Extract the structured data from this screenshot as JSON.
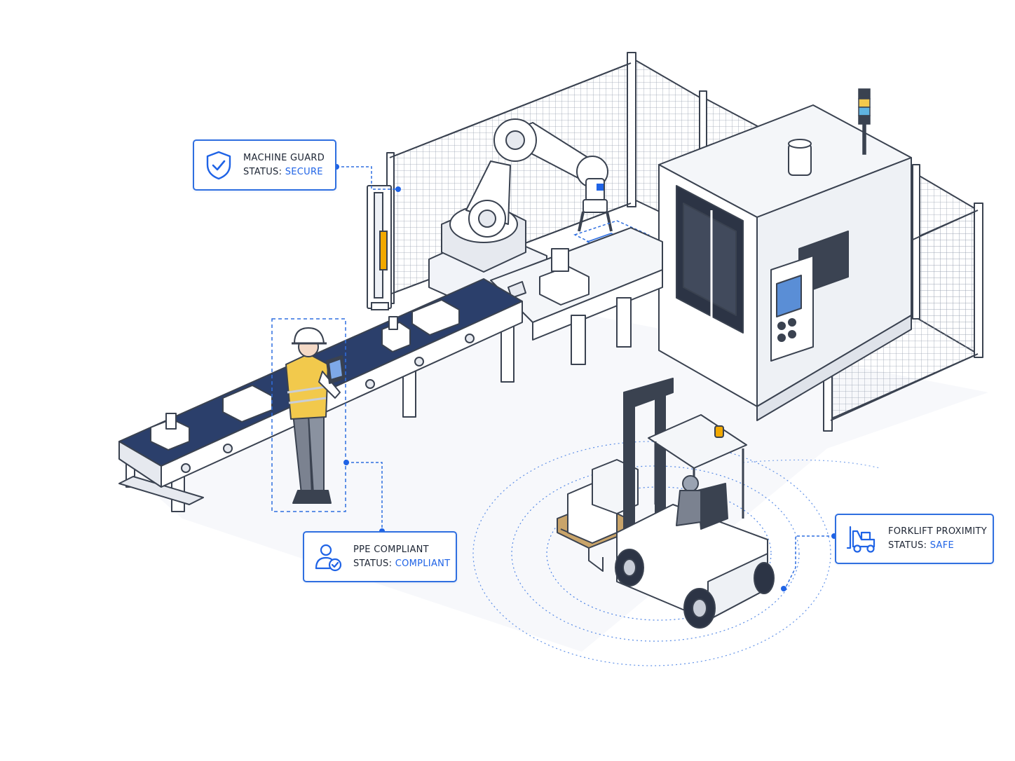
{
  "callouts": {
    "machine_guard": {
      "title": "MACHINE GUARD",
      "status_label": "STATUS:",
      "status_value": "SECURE",
      "icon": "shield-check-icon"
    },
    "ppe": {
      "title": "PPE COMPLIANT",
      "status_label": "STATUS:",
      "status_value": "COMPLIANT",
      "icon": "person-check-icon"
    },
    "forklift": {
      "title": "FORKLIFT PROXIMITY",
      "status_label": "STATUS:",
      "status_value": "SAFE",
      "icon": "forklift-icon"
    }
  },
  "colors": {
    "accent": "#1f63e6",
    "card_border": "#2f6fe0",
    "belt": "#2b3f6b",
    "vest": "#f2c94c",
    "beacon": "#f2a900",
    "line": "#3a4250"
  }
}
